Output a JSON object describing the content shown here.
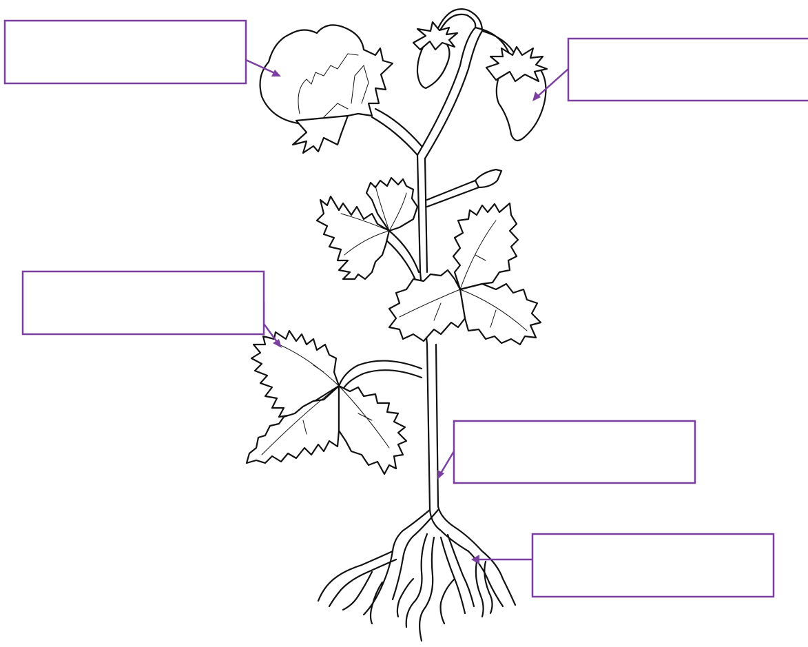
{
  "labels": [
    {
      "id": "flower",
      "text": ""
    },
    {
      "id": "fruit",
      "text": ""
    },
    {
      "id": "leaf",
      "text": ""
    },
    {
      "id": "stem",
      "text": ""
    },
    {
      "id": "root",
      "text": ""
    }
  ],
  "colors": {
    "accent": "#7b3fa0",
    "outline": "#111111",
    "background": "#ffffff"
  }
}
